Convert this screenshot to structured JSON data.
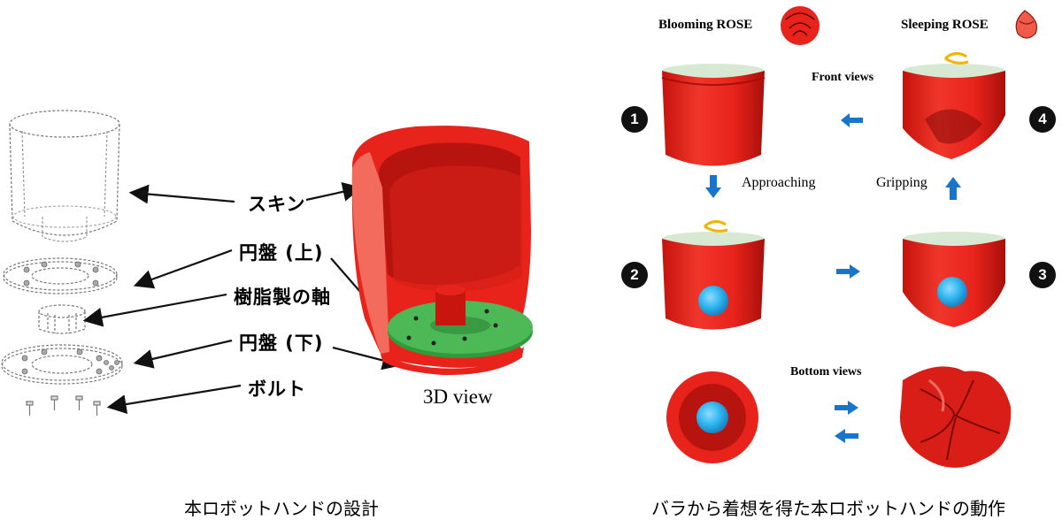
{
  "left_panel": {
    "labels": [
      "スキン",
      "円盤 (上)",
      "樹脂製の軸",
      "円盤 (下)",
      "ボルト"
    ],
    "view3d_label": "3D view",
    "caption": "本ロボットハンドの設計"
  },
  "right_panel": {
    "blooming_title": "Blooming ROSE",
    "sleeping_title": "Sleeping ROSE",
    "front_views_label": "Front views",
    "bottom_views_label": "Bottom views",
    "approaching_label": "Approaching",
    "gripping_label": "Gripping",
    "step_numbers": [
      "1",
      "2",
      "3",
      "4"
    ],
    "caption": "バラから着想を得た本ロボットハンドの動作"
  },
  "colors": {
    "gripper_red": "#e8231c",
    "arrow_blue": "#1776c9",
    "ball_blue": "#2db4ee",
    "rotate_orange": "#f0b400",
    "disc_green": "#2f9b3c"
  }
}
